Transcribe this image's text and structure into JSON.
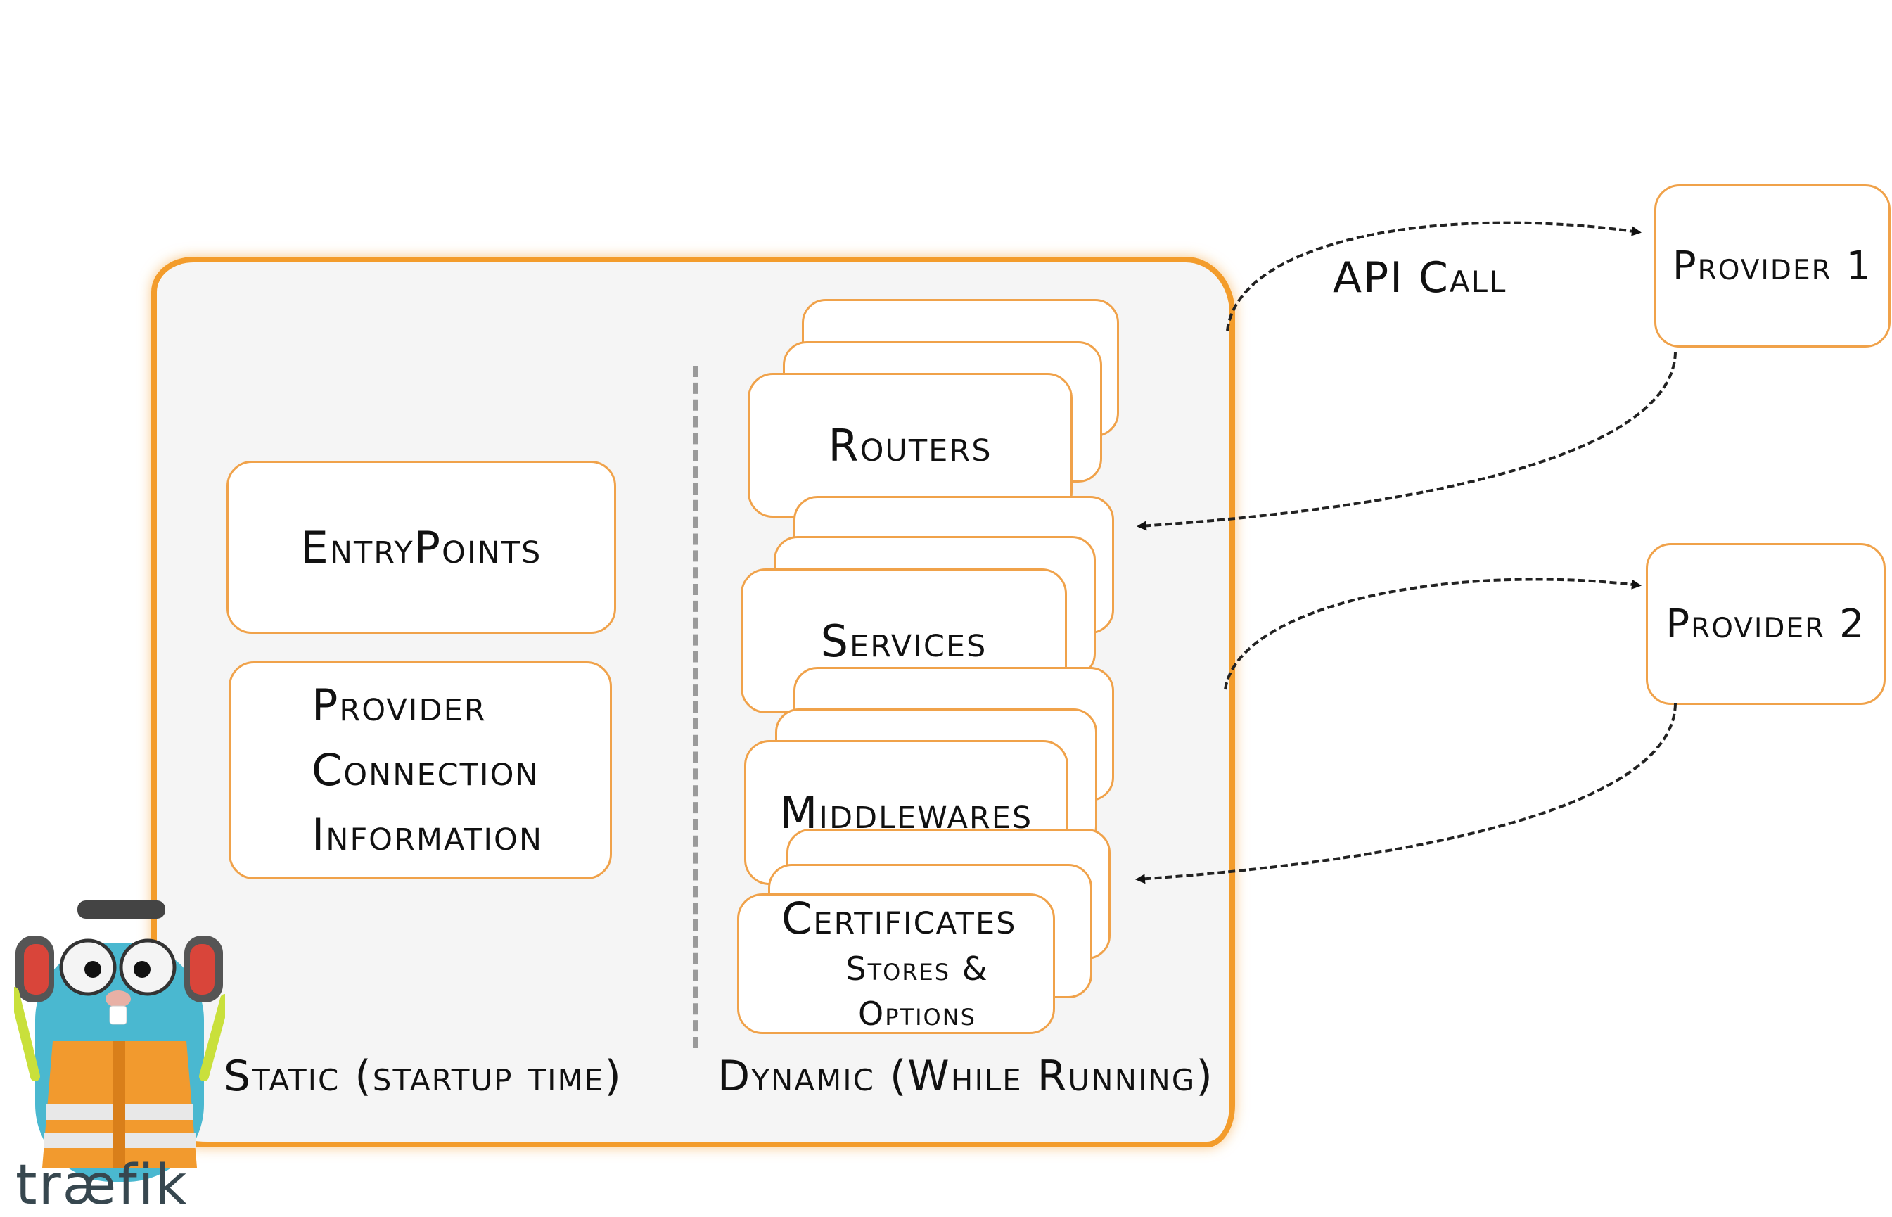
{
  "static_section": {
    "entrypoints_label": "EntryPoints",
    "provider_connection_lines": [
      "Provider",
      "Connection",
      "Information"
    ],
    "footer_label": "Static (startup time)"
  },
  "dynamic_section": {
    "routers_label": "Routers",
    "services_label": "Services",
    "middlewares_label": "Middlewares",
    "certificates_label": "Certificates",
    "certificates_sub_label": "Stores & Options",
    "footer_label": "Dynamic (While Running)"
  },
  "providers": {
    "provider1_label": "Provider 1",
    "provider2_label": "Provider 2",
    "api_call_label": "API Call"
  },
  "brand": {
    "logo_text": "træfik"
  },
  "colors": {
    "accent_orange": "#f39c2b",
    "panel_background": "#f5f5f5",
    "divider_gray": "#9a9a9a",
    "gopher_blue": "#4ab8d0"
  }
}
